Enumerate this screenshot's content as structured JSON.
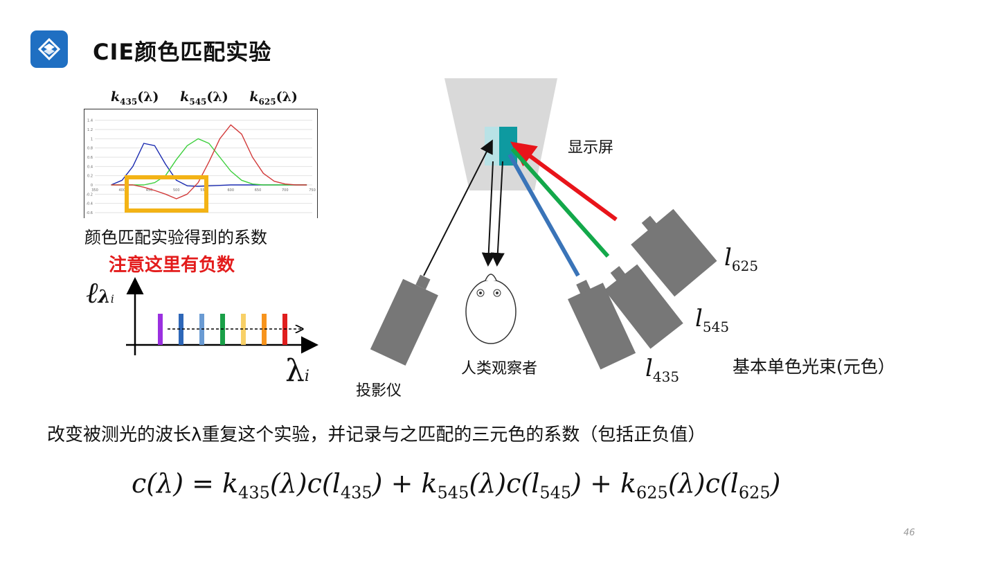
{
  "header": {
    "logo_icon": "s-diamond-logo-icon",
    "title": "CIE颜色匹配实验"
  },
  "chart_legend": {
    "k435": "k",
    "k435_sub": "435",
    "k545": "k",
    "k545_sub": "545",
    "k625": "k",
    "k625_sub": "625",
    "arg": "(λ)"
  },
  "chart_data": {
    "type": "line",
    "x": [
      380,
      400,
      420,
      440,
      460,
      480,
      500,
      520,
      540,
      560,
      580,
      600,
      620,
      640,
      660,
      680,
      700,
      720,
      740
    ],
    "series": [
      {
        "color": "#1a2ab0",
        "values": [
          0.0,
          0.1,
          0.4,
          0.9,
          0.85,
          0.45,
          0.1,
          -0.02,
          -0.03,
          -0.02,
          -0.01,
          0.0,
          0.0,
          0.0,
          0.0,
          0.0,
          0.0,
          0.0,
          0.0
        ]
      },
      {
        "color": "#3ccf3c",
        "values": [
          0.0,
          0.0,
          0.0,
          0.0,
          0.05,
          0.2,
          0.55,
          0.85,
          1.0,
          0.9,
          0.6,
          0.3,
          0.1,
          0.02,
          0.0,
          0.0,
          0.0,
          0.0,
          0.0
        ]
      },
      {
        "color": "#d23a3a",
        "values": [
          0.0,
          0.0,
          0.0,
          -0.05,
          -0.12,
          -0.2,
          -0.3,
          -0.2,
          0.05,
          0.5,
          1.0,
          1.3,
          1.1,
          0.6,
          0.25,
          0.08,
          0.02,
          0.0,
          0.0
        ]
      }
    ],
    "ytick_labels": [
      "1.4",
      "1.2",
      "1",
      "0.8",
      "0.6",
      "0.4",
      "0.2",
      "0",
      "-0.2",
      "-0.4",
      "-0.6"
    ],
    "xtick_labels": [
      "350",
      "400",
      "450",
      "500",
      "550",
      "600",
      "650",
      "700",
      "750"
    ],
    "ylim": [
      -0.6,
      1.5
    ],
    "xlim": [
      350,
      750
    ],
    "grid": true,
    "highlight_color": "#f3b316"
  },
  "notes": {
    "coeff_label": "颜色匹配实验得到的系数",
    "warning": "注意这里有负数"
  },
  "spectrum": {
    "y_label": "ℓ",
    "y_sub": "λ",
    "y_sub2": "i",
    "x_label": "λ",
    "x_sub": "i",
    "bar_colors": [
      "#9b30e0",
      "#2e67b8",
      "#6a9bd3",
      "#1aa048",
      "#f8d067",
      "#f7941d",
      "#e01e1e"
    ]
  },
  "diagram": {
    "screen_label": "显示屏",
    "projector_label": "投影仪",
    "observer_label": "人类观察者",
    "primaries_label": "基本单色光束(元色）",
    "beam_labels": [
      {
        "main": "l",
        "sub": "625"
      },
      {
        "main": "l",
        "sub": "545"
      },
      {
        "main": "l",
        "sub": "435"
      }
    ],
    "beam_colors": [
      "#e8141a",
      "#13a84a",
      "#3a74b8"
    ]
  },
  "body_text": "改变被测光的波长λ重复这个实验，并记录与之匹配的三元色的系数（包括正负值）",
  "equation": {
    "lhs": "c(λ) = ",
    "k": "k",
    "s435": "435",
    "s545": "545",
    "s625": "625",
    "mid": "(λ)c(",
    "l": "l",
    "close": ")",
    "plus": " + "
  },
  "page_number": "46"
}
